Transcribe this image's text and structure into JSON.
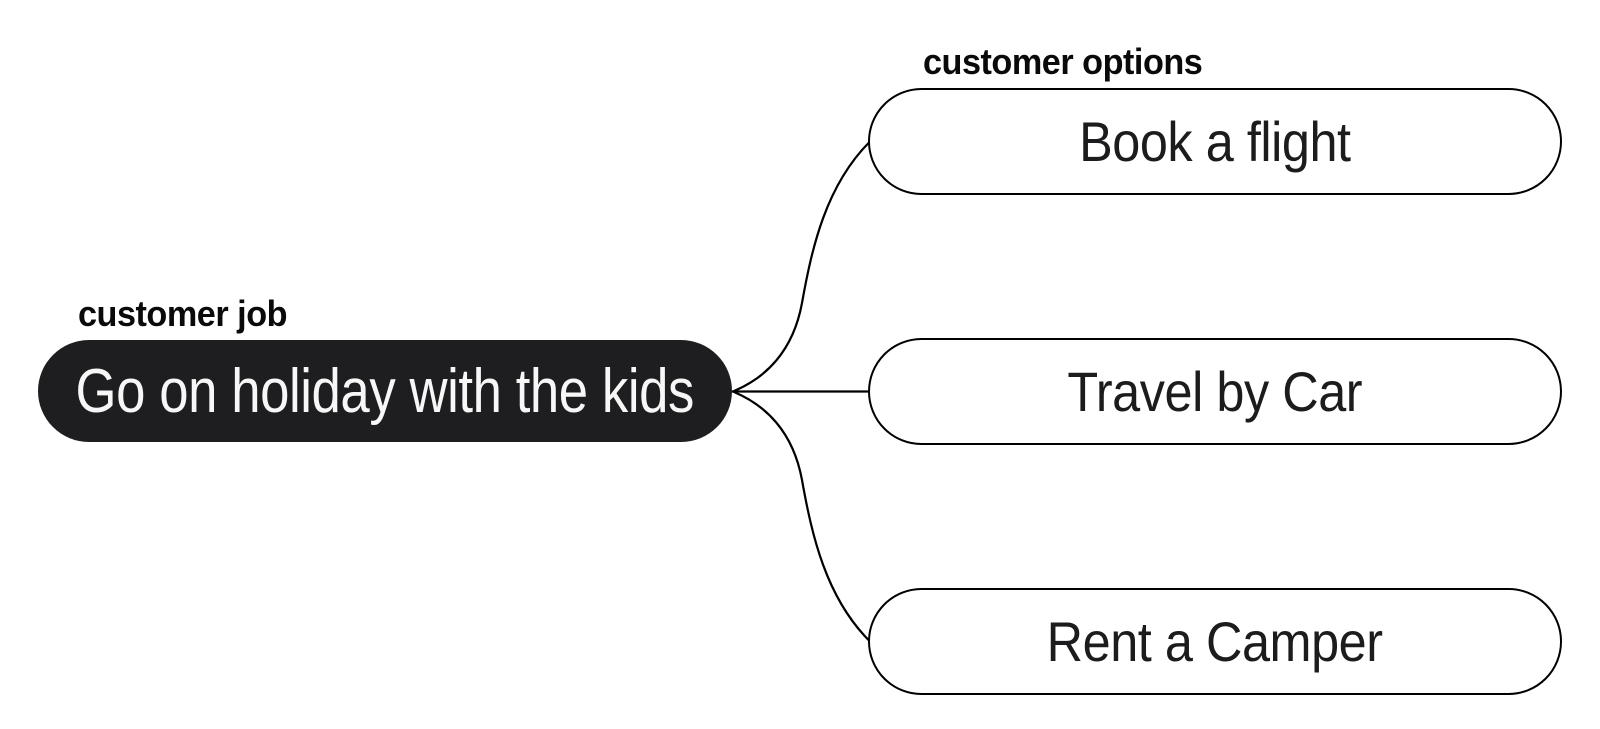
{
  "diagram": {
    "root": {
      "label": "customer job",
      "text": "Go on holiday with the kids"
    },
    "children_label": "customer options",
    "children": [
      {
        "text": "Book a flight"
      },
      {
        "text": "Travel by Car"
      },
      {
        "text": "Rent a Camper"
      }
    ],
    "colors": {
      "background": "#ffffff",
      "root_fill": "#1e1e20",
      "root_text": "#f7f7f7",
      "child_border": "#000000",
      "child_text": "#1c1c1e",
      "label_text": "#0a0a0a",
      "line": "#000000"
    }
  }
}
